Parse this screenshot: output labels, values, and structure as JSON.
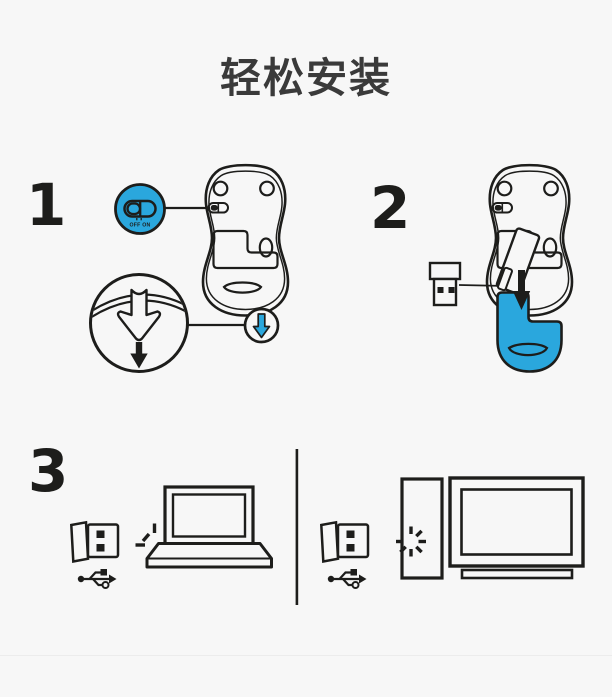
{
  "colors": {
    "background": "#f7f7f7",
    "ink": "#1d1d1b",
    "accent_blue": "#2aa7dd",
    "title": "#3a3a3a",
    "divider": "#ececec"
  },
  "title": "轻松安装",
  "steps": {
    "step1": {
      "number": "1",
      "switch_label": "OFF ON",
      "icons": [
        "power-switch-callout-icon",
        "mouse-bottom-icon",
        "cover-arrow-magnifier-icon",
        "slide-cover-arrow-icon"
      ]
    },
    "step2": {
      "number": "2",
      "icons": [
        "usb-receiver-front-icon",
        "mouse-bottom-open-icon",
        "battery-icon",
        "insert-arrow-icon",
        "battery-cover-icon"
      ]
    },
    "step3": {
      "number": "3",
      "left_icons": [
        "usb-receiver-side-icon",
        "usb-symbol-icon",
        "plug-sparkle-icon",
        "laptop-icon"
      ],
      "right_icons": [
        "usb-receiver-side-icon",
        "usb-symbol-icon",
        "connecting-spinner-icon",
        "pc-tower-icon",
        "tv-icon"
      ]
    }
  }
}
